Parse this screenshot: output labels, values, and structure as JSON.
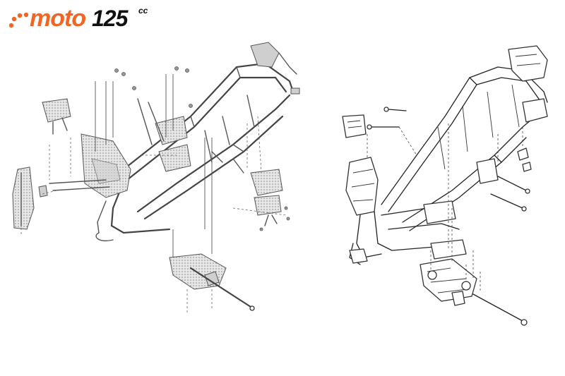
{
  "logo": {
    "brand": "moto",
    "number": "125",
    "unit": "cc",
    "colors": {
      "brand": "#f26522",
      "text": "#111111"
    }
  },
  "diagrams": [
    {
      "name": "frame-exploded-view-grey",
      "style": "shaded"
    },
    {
      "name": "frame-exploded-view-line",
      "style": "line-art"
    }
  ]
}
